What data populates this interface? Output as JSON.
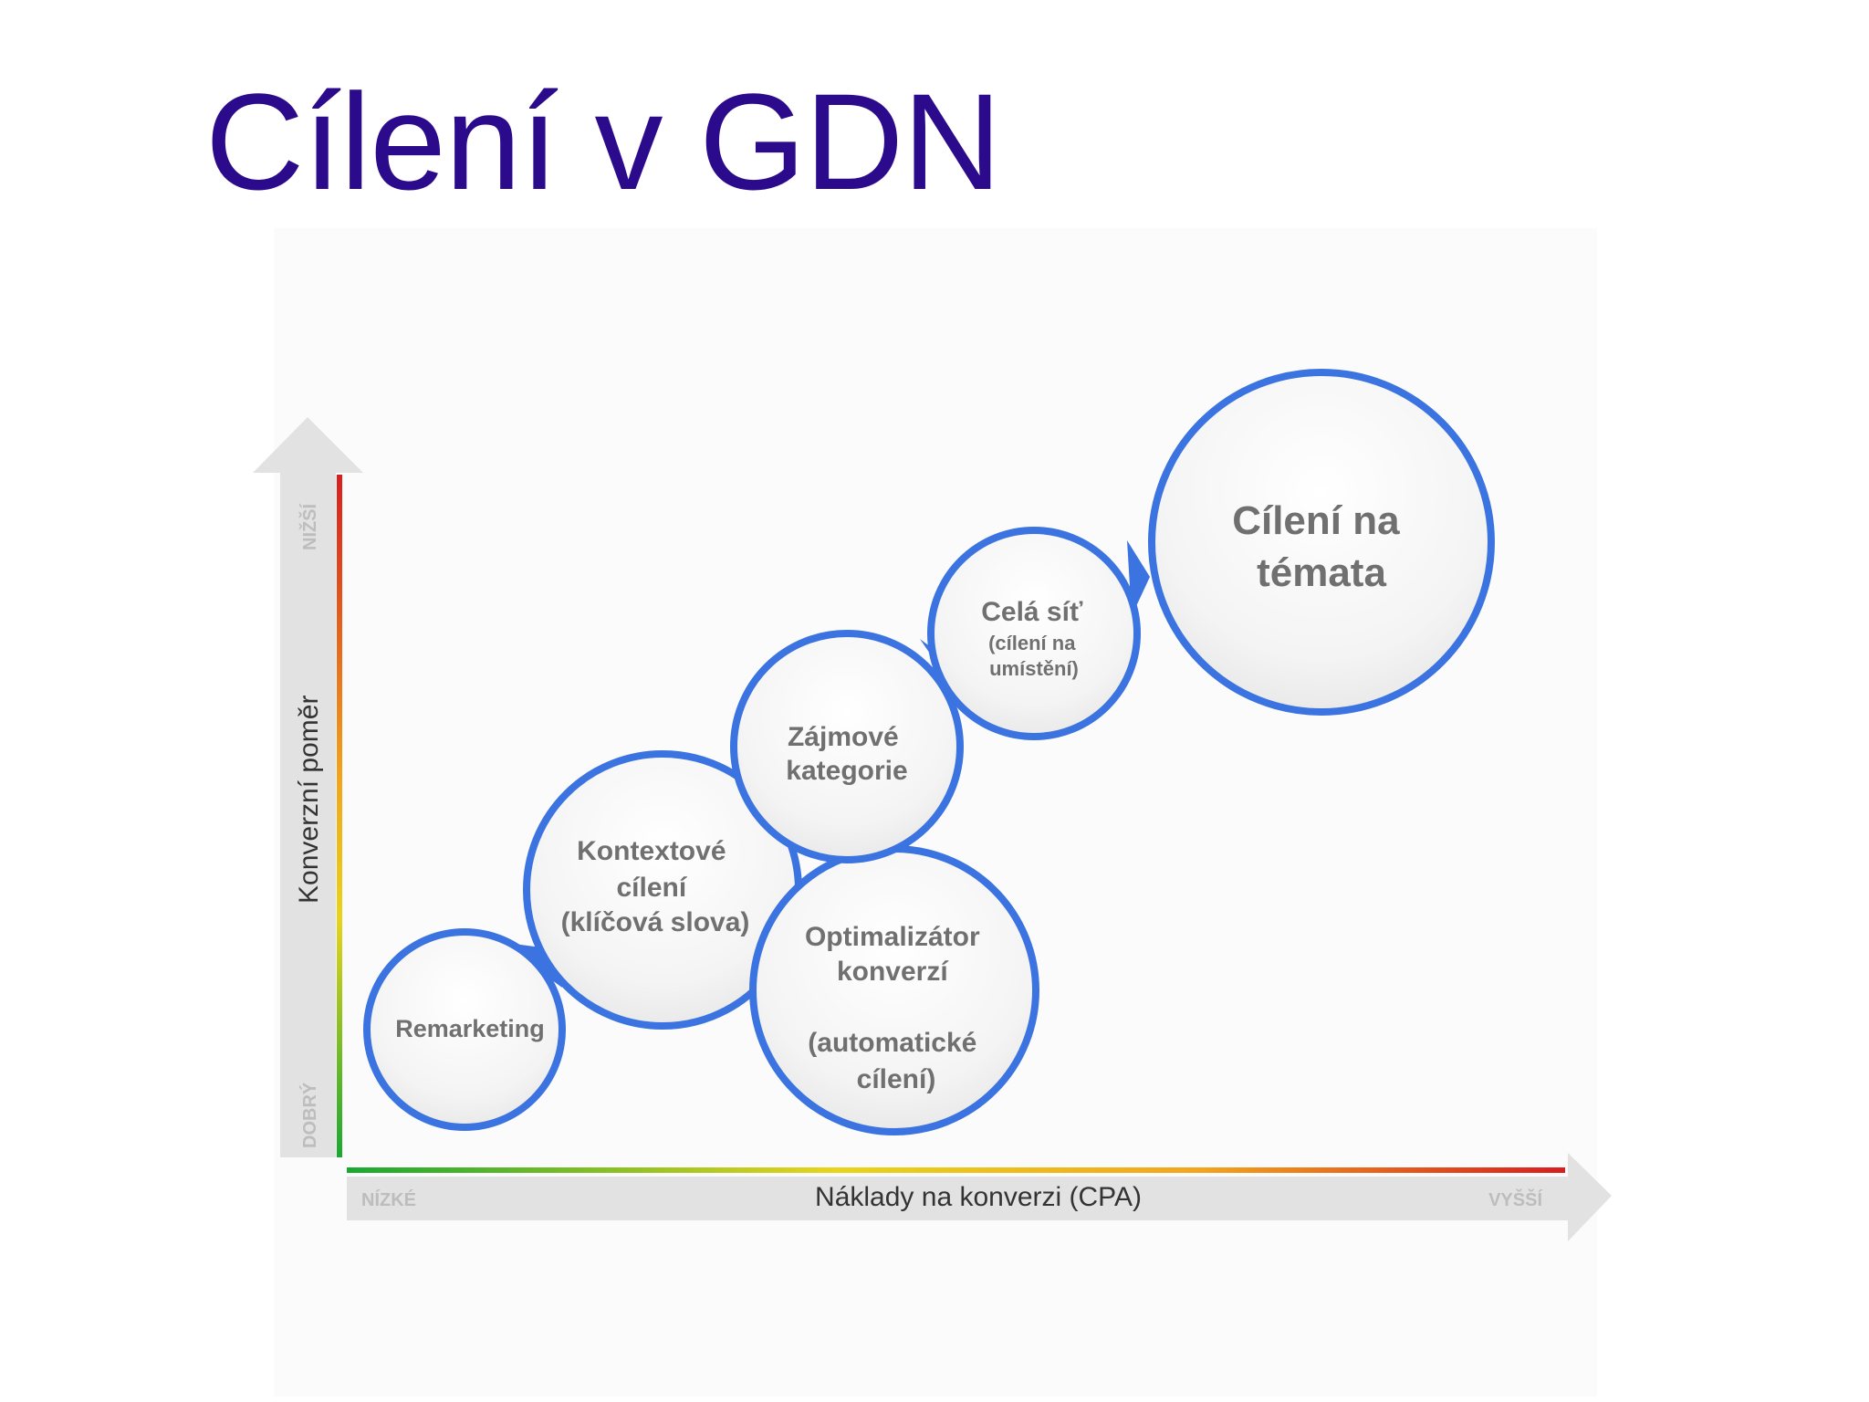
{
  "title": "Cílení v GDN",
  "diagram": {
    "y_axis": {
      "label": "Konverzní poměr",
      "top_label": "NIŽŠÍ",
      "bottom_label": "DOBRÝ"
    },
    "x_axis": {
      "label": "Náklady na konverzi (CPA)",
      "left_label": "NÍZKÉ",
      "right_label": "VYŠŠÍ"
    },
    "bubbles": [
      {
        "id": "remarketing",
        "lines": [
          "Remarketing"
        ]
      },
      {
        "id": "kontextove",
        "lines": [
          "Kontextové",
          "cílení",
          "(klíčová slova)"
        ]
      },
      {
        "id": "optimalizator",
        "lines": [
          "Optimalizátor",
          "konverzí",
          "",
          "(automatické",
          "cílení)"
        ]
      },
      {
        "id": "zajmove",
        "lines": [
          "Zájmové",
          "kategorie"
        ]
      },
      {
        "id": "cela-sit",
        "lines": [
          "Celá síť",
          "(cílení na",
          "umístění)"
        ]
      },
      {
        "id": "temata",
        "lines": [
          "Cílení na",
          "témata"
        ]
      }
    ],
    "colors": {
      "title": "#2b0b8c",
      "bubble_border": "#3b73e0",
      "text": "#666666",
      "axis": "#e2e2e2"
    }
  }
}
